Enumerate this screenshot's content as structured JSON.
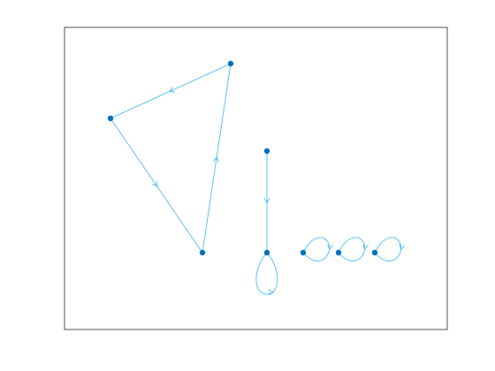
{
  "figure": {
    "title": "",
    "background": "#ffffff",
    "axes_box_color": "#262626"
  },
  "graph": {
    "directed": true,
    "node_color": "#0072BD",
    "edge_color": "#4DBEEE",
    "nodes": [
      {
        "id": "n1",
        "label": ""
      },
      {
        "id": "n2",
        "label": ""
      },
      {
        "id": "n3",
        "label": ""
      },
      {
        "id": "n4",
        "label": ""
      },
      {
        "id": "n5",
        "label": ""
      },
      {
        "id": "n6",
        "label": ""
      },
      {
        "id": "n7",
        "label": ""
      },
      {
        "id": "n8",
        "label": ""
      }
    ],
    "edges": [
      {
        "id": "e1",
        "from": "n1",
        "to": "n2"
      },
      {
        "id": "e2",
        "from": "n2",
        "to": "n3"
      },
      {
        "id": "e3",
        "from": "n3",
        "to": "n1"
      },
      {
        "id": "e4",
        "from": "n4",
        "to": "n5"
      },
      {
        "id": "e5",
        "from": "n5",
        "to": "n5",
        "self_loop": true
      },
      {
        "id": "e6",
        "from": "n6",
        "to": "n6",
        "self_loop": true
      },
      {
        "id": "e7",
        "from": "n7",
        "to": "n7",
        "self_loop": true
      },
      {
        "id": "e8",
        "from": "n8",
        "to": "n8",
        "self_loop": true
      }
    ]
  }
}
